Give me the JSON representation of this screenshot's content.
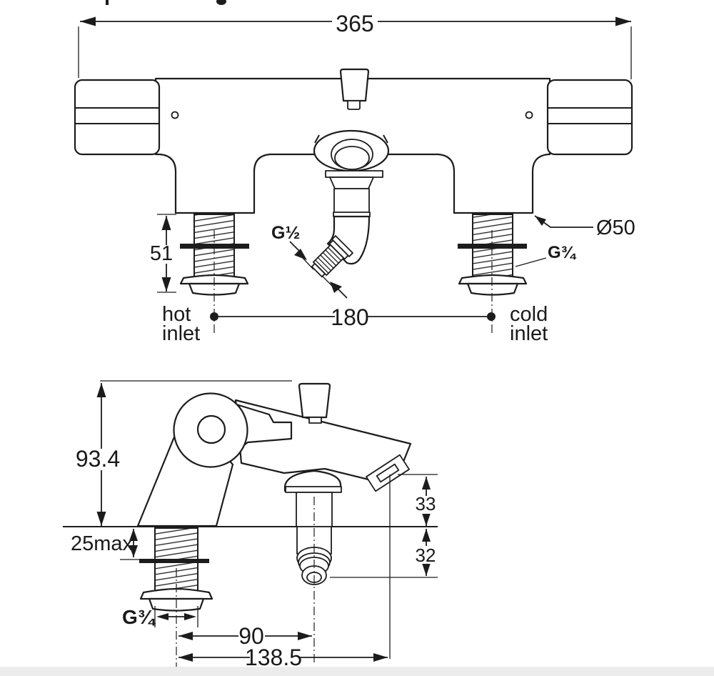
{
  "drawing": {
    "front_view": {
      "overall_width": "365",
      "shank_length": "51",
      "inlet_centres": "180",
      "hot_inlet_line1": "hot",
      "hot_inlet_line2": "inlet",
      "cold_inlet_line1": "cold",
      "cold_inlet_line2": "inlet",
      "shower_outlet_thread": "G½",
      "body_diameter": "Ø50",
      "inlet_thread": "G¾"
    },
    "side_view": {
      "overall_height": "93.4",
      "deck_thickness_max": "25max",
      "spout_outlet_height": "33",
      "below_deck_clearance": "32",
      "spout_centre_projection": "90",
      "overall_projection": "138.5",
      "inlet_thread": "G¾"
    },
    "colors": {
      "line": "#1c1c1c",
      "text": "#1a1a1a",
      "background": "#ffffff",
      "footer_bar": "#ececec"
    }
  }
}
